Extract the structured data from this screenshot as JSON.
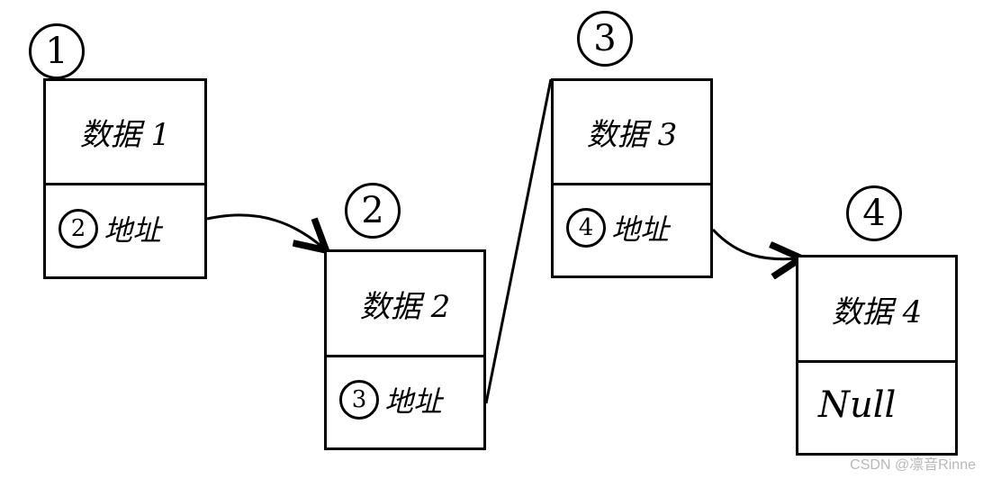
{
  "nodes": [
    {
      "number": "1",
      "data_label": "数据 1",
      "pointer_number": "2",
      "pointer_label": "地址"
    },
    {
      "number": "2",
      "data_label": "数据 2",
      "pointer_number": "3",
      "pointer_label": "地址"
    },
    {
      "number": "3",
      "data_label": "数据 3",
      "pointer_number": "4",
      "pointer_label": "地址"
    },
    {
      "number": "4",
      "data_label": "数据 4",
      "pointer_number": "",
      "pointer_label": "Null"
    }
  ],
  "watermark": "CSDN @凛音Rinne"
}
